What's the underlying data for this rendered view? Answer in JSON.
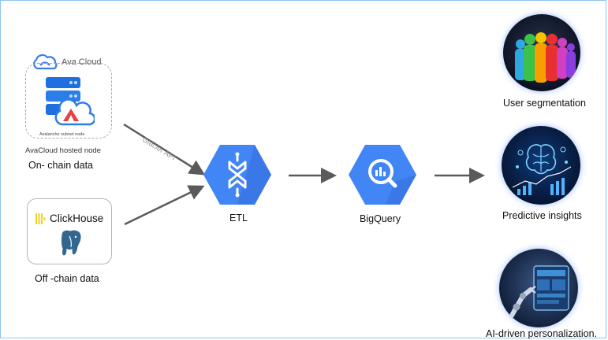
{
  "sources": {
    "onchain": {
      "cloud_brand": "Ava Cloud",
      "subnet_caption": "Avalanche subnet node",
      "hosted_caption": "AvaCloud hosted node",
      "label": "On- chain data",
      "arrow_label": "Glacier API"
    },
    "offchain": {
      "clickhouse_brand": "ClickHouse",
      "label": "Off -chain data"
    }
  },
  "pipeline": {
    "etl_label": "ETL",
    "bigquery_label": "BigQuery"
  },
  "outputs": [
    {
      "label": "User segmentation",
      "icon": "people-silhouettes-icon"
    },
    {
      "label": "Predictive insights",
      "icon": "ai-brain-icon"
    },
    {
      "label": "AI-driven personalization.",
      "icon": "robot-arm-dashboard-icon"
    }
  ],
  "colors": {
    "gcp_blue": "#4285f4",
    "ava_cloud_blue": "#3b7bea",
    "avalanche_red": "#e84142",
    "clickhouse_yellow": "#f7d21b",
    "arrow_gray": "#5a5a5a"
  }
}
